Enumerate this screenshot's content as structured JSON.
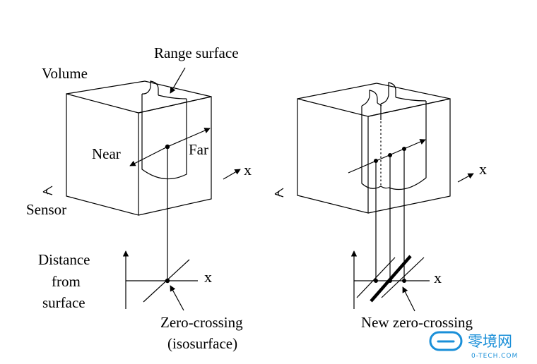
{
  "left_figure": {
    "labels": {
      "range_surface": "Range surface",
      "volume": "Volume",
      "near": "Near",
      "far": "Far",
      "x_axis_3d": "x",
      "sensor": "Sensor",
      "distance_line1": "Distance",
      "distance_line2": "from",
      "distance_line3": "surface",
      "x_axis_plot": "x",
      "zero_crossing_line1": "Zero-crossing",
      "zero_crossing_line2": "(isosurface)"
    }
  },
  "right_figure": {
    "labels": {
      "x_axis_3d": "x",
      "x_axis_plot": "x",
      "new_zero_crossing": "New zero-crossing"
    }
  },
  "watermark": {
    "text": "零境网",
    "subtext": "0-TECH.COM",
    "color": "#1a8fd8"
  }
}
